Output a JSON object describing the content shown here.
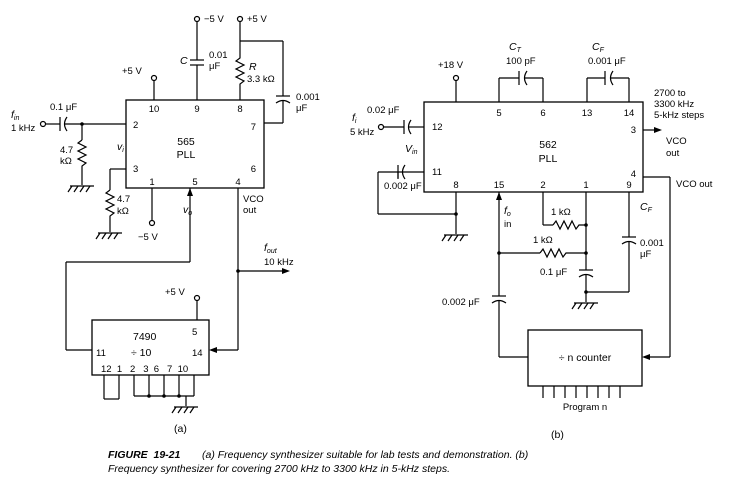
{
  "circuit_a": {
    "supply_top_neg": "−5 V",
    "supply_top_pos": "+5 V",
    "cap_c_symbol": "C",
    "cap_c_value": "0.01",
    "cap_c_unit": "μF",
    "res_r_symbol": "R",
    "res_r_value": "3.3 kΩ",
    "cap_right_value": "0.001",
    "cap_right_unit": "μF",
    "supply_left": "+5 V",
    "input_signal_main": "f",
    "input_signal_sub": "in",
    "input_freq": "1 kHz",
    "input_cap": "0.1 μF",
    "res_left_value": "4.7",
    "res_left_unit": "kΩ",
    "res_bottom_value": "4.7",
    "res_bottom_unit": "kΩ",
    "vi_main": "v",
    "vi_sub": "i",
    "vo_main": "v",
    "vo_sub": "o",
    "chip_name": "565",
    "chip_type": "PLL",
    "pins": [
      "10",
      "9",
      "8",
      "2",
      "7",
      "3",
      "6",
      "1",
      "5",
      "4"
    ],
    "supply_bottom_neg": "−5 V",
    "vco_label": "VCO",
    "vco_sub": "out",
    "fout_main": "f",
    "fout_sub": "out",
    "fout_freq": "10 kHz",
    "counter_supply": "+5 V",
    "counter_name": "7490",
    "counter_divide": "÷ 10",
    "counter_pin_5": "5",
    "counter_pin_11": "11",
    "counter_pin_14": "14",
    "counter_bottom_pins": "12  1   2   3  6   7  10",
    "label": "(a)"
  },
  "circuit_b": {
    "supply": "+18 V",
    "ct_main": "C",
    "ct_sub": "T",
    "ct_value": "100 pF",
    "cf_top_main": "C",
    "cf_top_sub": "F",
    "cf_top_value": "0.001 μF",
    "range_line1": "2700 to",
    "range_line2": "3300 kHz",
    "range_line3": "5-kHz steps",
    "input_cap": "0.02 μF",
    "fi_main": "f",
    "fi_sub": "i",
    "fi_freq": "5 kHz",
    "vin_main": "V",
    "vin_sub": "in",
    "cap_left": "0.002 μF",
    "chip_name": "562",
    "chip_type": "PLL",
    "pins": [
      "5",
      "6",
      "13",
      "14",
      "12",
      "3",
      "11",
      "4",
      "8",
      "15",
      "2",
      "1",
      "9"
    ],
    "vco_right_main": "VCO",
    "vco_right_sub": "out",
    "vco_out_pin4": "VCO out",
    "fo_main": "f",
    "fo_sub": "o",
    "fo_in": "in",
    "res_1k_top": "1 kΩ",
    "res_1k_mid": "1 kΩ",
    "cap_0_1": "0.1 μF",
    "cf_right_main": "C",
    "cf_right_sub": "F",
    "cf_right_value": "0.001",
    "cf_right_unit": "μF",
    "cap_feedback": "0.002 μF",
    "counter_label": "÷ n counter",
    "program_label": "Program n",
    "label": "(b)"
  },
  "caption": {
    "figure_label": "FIGURE  19-21",
    "line1": "(a) Frequency synthesizer suitable for lab tests and demonstration. (b)",
    "line2": "Frequency synthesizer for covering 2700 kHz to 3300 kHz in 5-kHz steps."
  }
}
